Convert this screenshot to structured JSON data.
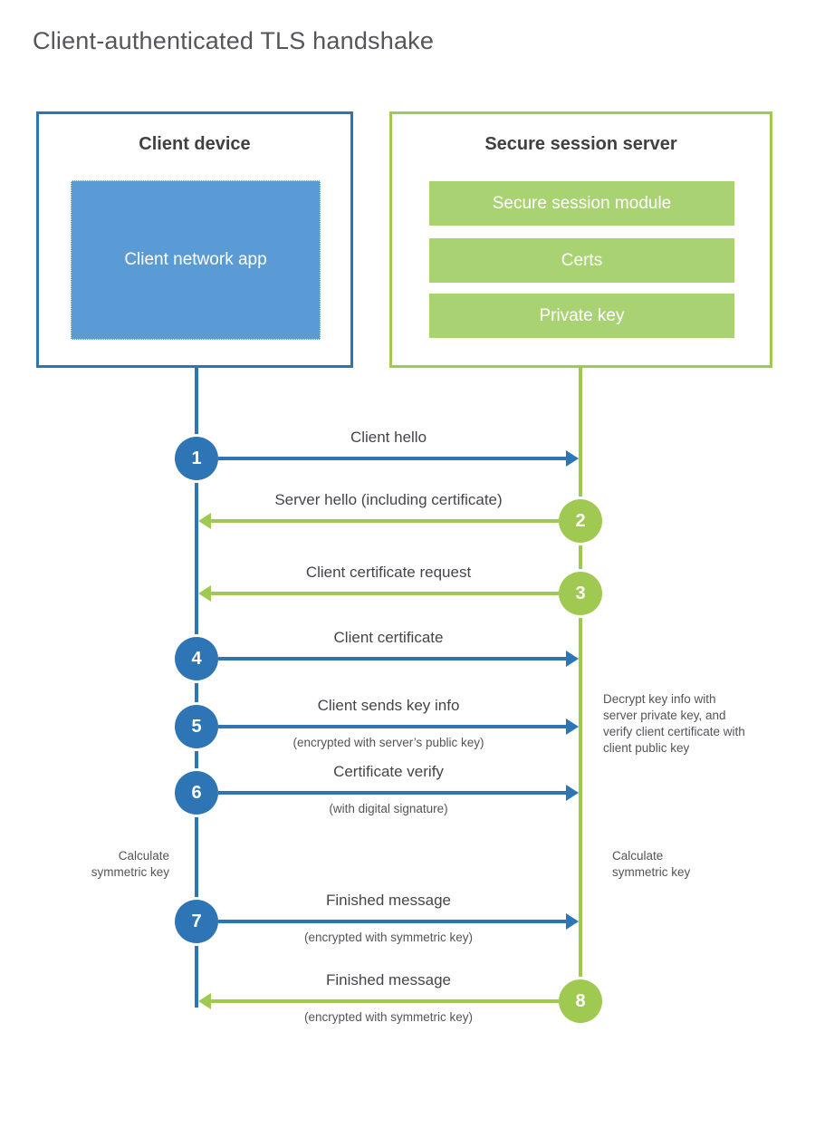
{
  "diagram": {
    "title": "Client-authenticated TLS handshake"
  },
  "client": {
    "title": "Client device",
    "app_label": "Client network app"
  },
  "server": {
    "title": "Secure session server",
    "modules": [
      "Secure session module",
      "Certs",
      "Private key"
    ]
  },
  "steps": [
    {
      "num": "1",
      "label": "Client hello",
      "sublabel": "",
      "direction": "client-to-server"
    },
    {
      "num": "2",
      "label": "Server hello (including certificate)",
      "sublabel": "",
      "direction": "server-to-client"
    },
    {
      "num": "3",
      "label": "Client certificate request",
      "sublabel": "",
      "direction": "server-to-client"
    },
    {
      "num": "4",
      "label": "Client certificate",
      "sublabel": "",
      "direction": "client-to-server"
    },
    {
      "num": "5",
      "label": "Client sends key info",
      "sublabel": "(encrypted with server’s public key)",
      "direction": "client-to-server"
    },
    {
      "num": "6",
      "label": "Certificate verify",
      "sublabel": "(with digital signature)",
      "direction": "client-to-server"
    },
    {
      "num": "7",
      "label": "Finished message",
      "sublabel": "(encrypted with symmetric key)",
      "direction": "client-to-server"
    },
    {
      "num": "8",
      "label": "Finished message",
      "sublabel": "(encrypted with symmetric key)",
      "direction": "server-to-client"
    }
  ],
  "notes": {
    "decrypt": "Decrypt key info with server private key, and verify client certificate with client public key",
    "calc_left": "Calculate symmetric key",
    "calc_right": "Calculate symmetric key"
  },
  "colors": {
    "blue": "#2e75b6",
    "blue_light": "#5b9bd5",
    "green": "#a0c952",
    "green_light": "#a9d373"
  }
}
